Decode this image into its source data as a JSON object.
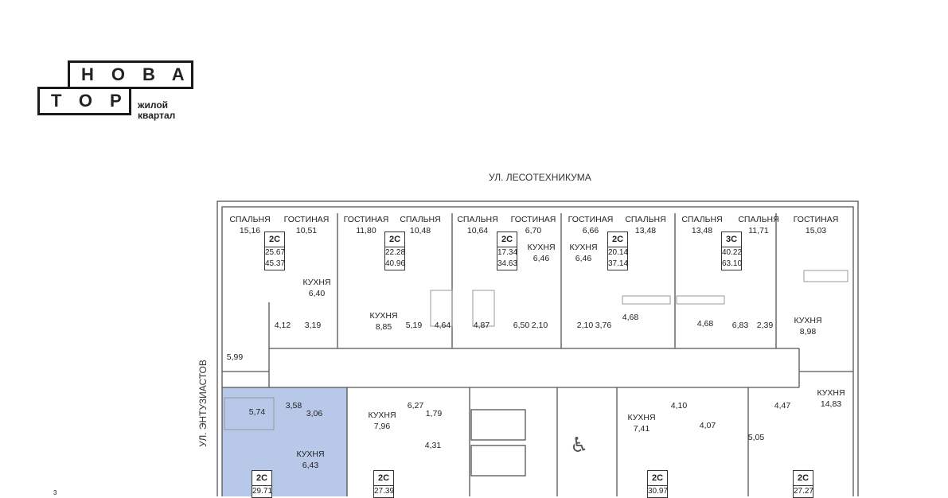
{
  "logo": {
    "top": "НОВА",
    "bottom": "ТОР",
    "sub1": "жилой",
    "sub2": "квартал"
  },
  "streets": {
    "north": "УЛ. ЛЕСОТЕХНИКУМА",
    "west": "УЛ. ЭНТУЗИАСТОВ"
  },
  "page_number": "3",
  "colors": {
    "highlight": "#b8c8e8",
    "walls": "#555555"
  },
  "rooms": [
    {
      "name": "СПАЛЬНЯ",
      "area": "15,16"
    },
    {
      "name": "ГОСТИНАЯ",
      "area": "10,51"
    },
    {
      "name": "КУХНЯ",
      "area": "6,40"
    },
    {
      "name": "ГОСТИНАЯ",
      "area": "11,80"
    },
    {
      "name": "СПАЛЬНЯ",
      "area": "10,48"
    },
    {
      "name": "КУХНЯ",
      "area": "8,85"
    },
    {
      "name": "СПАЛЬНЯ",
      "area": "10,64"
    },
    {
      "name": "ГОСТИНАЯ",
      "area": "6,70"
    },
    {
      "name": "КУХНЯ",
      "area": "6,46"
    },
    {
      "name": "ГОСТИНАЯ",
      "area": "6,66"
    },
    {
      "name": "КУХНЯ",
      "area": "6,46"
    },
    {
      "name": "СПАЛЬНЯ",
      "area": "13,48"
    },
    {
      "name": "СПАЛЬНЯ",
      "area": "13,48"
    },
    {
      "name": "СПАЛЬНЯ",
      "area": "11,71"
    },
    {
      "name": "ГОСТИНАЯ",
      "area": "15,03"
    },
    {
      "name": "КУХНЯ",
      "area": "8,98"
    },
    {
      "name": "КУХНЯ",
      "area": "6,43"
    },
    {
      "name": "КУХНЯ",
      "area": "7,96"
    },
    {
      "name": "КУХНЯ",
      "area": "7,41"
    },
    {
      "name": "КУХНЯ",
      "area": "14,83"
    }
  ],
  "areas": [
    "4,12",
    "3,19",
    "5,19",
    "4,64",
    "4,87",
    "6,50",
    "2,10",
    "2,10",
    "3,76",
    "4,68",
    "4,68",
    "6,83",
    "2,39",
    "5,99",
    "5,74",
    "3,58",
    "3,06",
    "6,27",
    "1,79",
    "4,31",
    "4,10",
    "4,07",
    "5,05",
    "4,47"
  ],
  "apartments": [
    {
      "type": "2С",
      "living": "25.67",
      "total": "45.37"
    },
    {
      "type": "2С",
      "living": "22.28",
      "total": "40.96"
    },
    {
      "type": "2С",
      "living": "17.34",
      "total": "34.63"
    },
    {
      "type": "2С",
      "living": "20.14",
      "total": "37.14"
    },
    {
      "type": "3С",
      "living": "40.22",
      "total": "63.10"
    },
    {
      "type": "2С",
      "living": "29.71"
    },
    {
      "type": "2С",
      "living": "27.39"
    },
    {
      "type": "2С",
      "living": "30.97"
    },
    {
      "type": "2С",
      "living": "27.27"
    }
  ]
}
